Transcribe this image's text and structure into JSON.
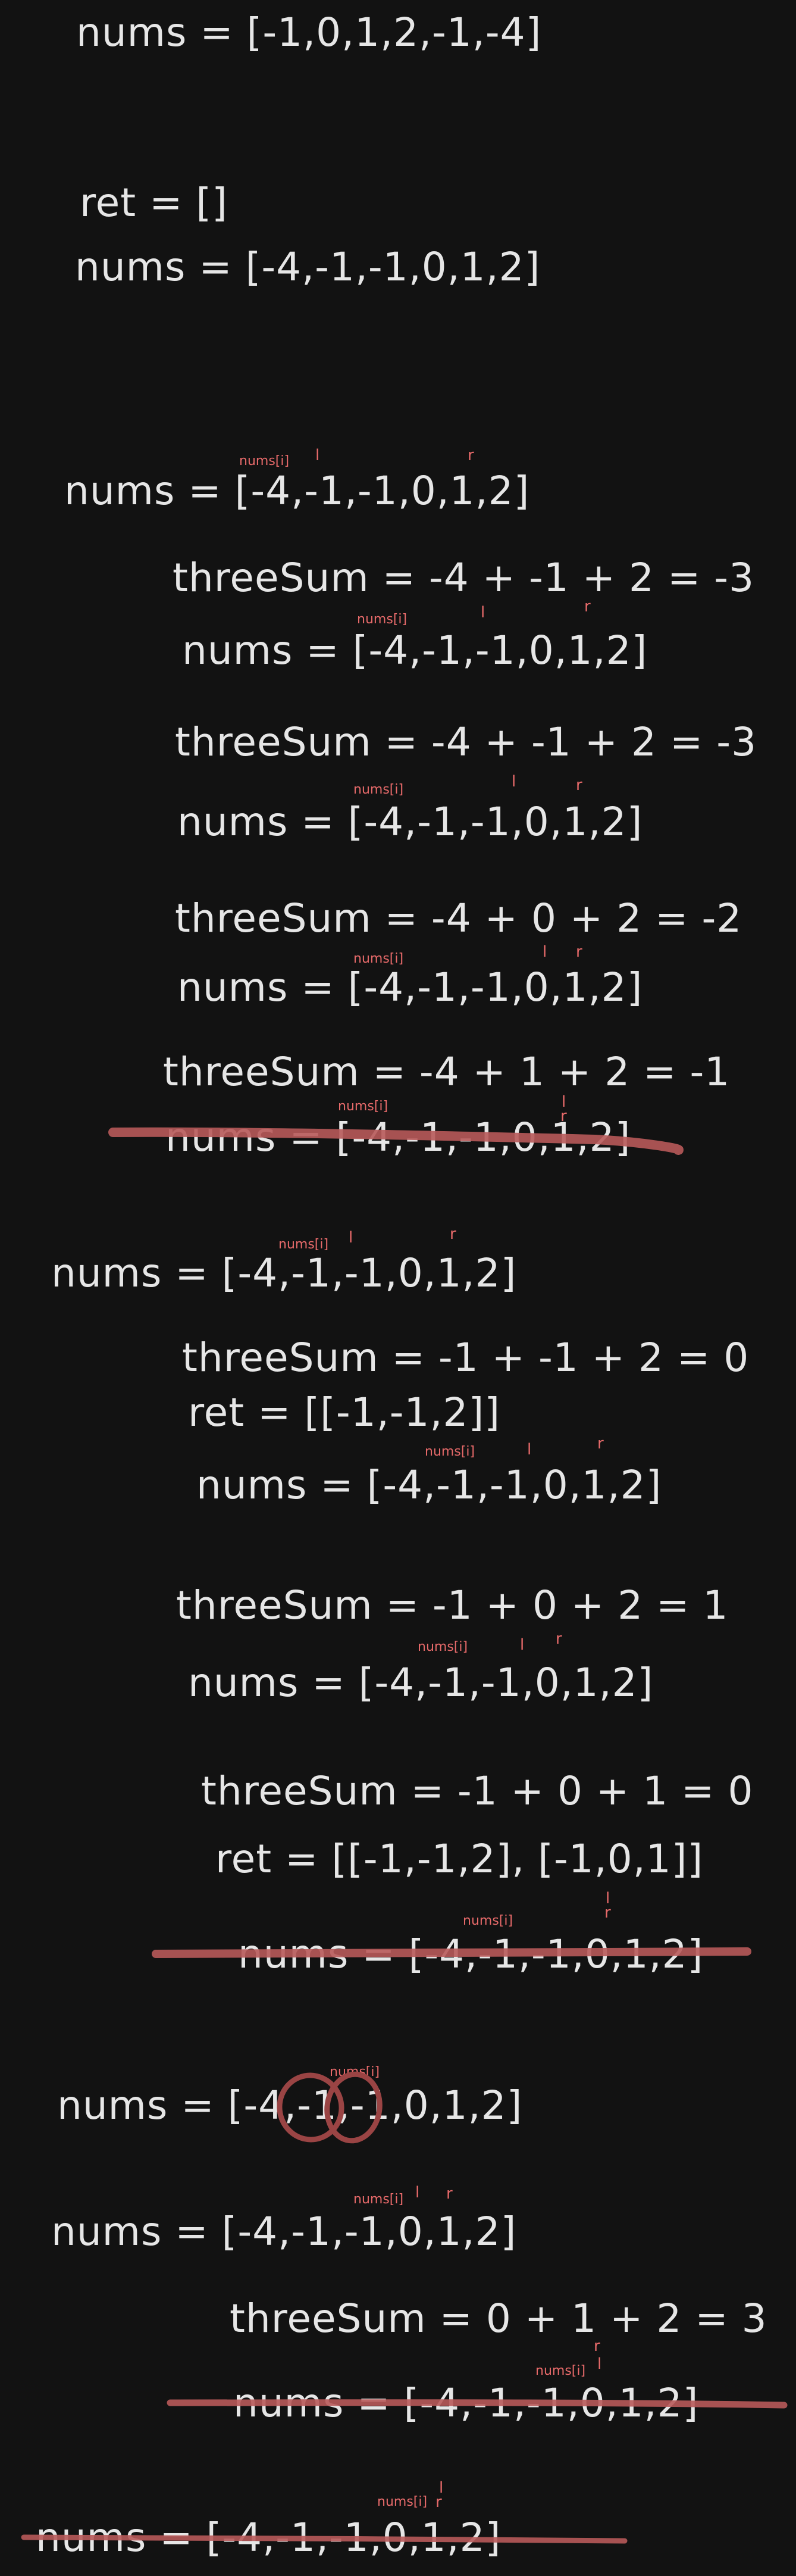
{
  "lines": [
    "nums = [-1,0,1,2,-1,-4]",
    "ret = []",
    "nums = [-4,-1,-1,0,1,2]",
    "nums = [-4,-1,-1,0,1,2]",
    "threeSum = -4 + -1 + 2 = -3",
    "nums = [-4,-1,-1,0,1,2]",
    "threeSum = -4 + -1 + 2 = -3",
    "nums = [-4,-1,-1,0,1,2]",
    "threeSum = -4 + 0 + 2 = -2",
    "nums = [-4,-1,-1,0,1,2]",
    "threeSum = -4 + 1 + 2 = -1",
    "nums = [-4,-1,-1,0,1,2]",
    "nums = [-4,-1,-1,0,1,2]",
    "threeSum = -1 + -1 + 2 = 0",
    "ret = [[-1,-1,2]]",
    "nums = [-4,-1,-1,0,1,2]",
    "threeSum = -1 + 0 + 2 = 1",
    "nums = [-4,-1,-1,0,1,2]",
    "threeSum = -1 + 0 + 1 = 0",
    "ret = [[-1,-1,2], [-1,0,1]]",
    "nums = [-4,-1,-1,0,1,2]",
    "nums = [-4,-1,-1,0,1,2]",
    "nums = [-4,-1,-1,0,1,2]",
    "threeSum = 0 + 1 + 2 = 3",
    "nums = [-4,-1,-1,0,1,2]",
    "nums = [-4,-1,-1,0,1,2]"
  ],
  "marker_labels": {
    "i": "nums[i]",
    "l": "l",
    "r": "r"
  },
  "colors": {
    "background": "#121212",
    "text": "#e6e6e6",
    "marker": "#e76a6a",
    "strike": "#b85a5a"
  }
}
